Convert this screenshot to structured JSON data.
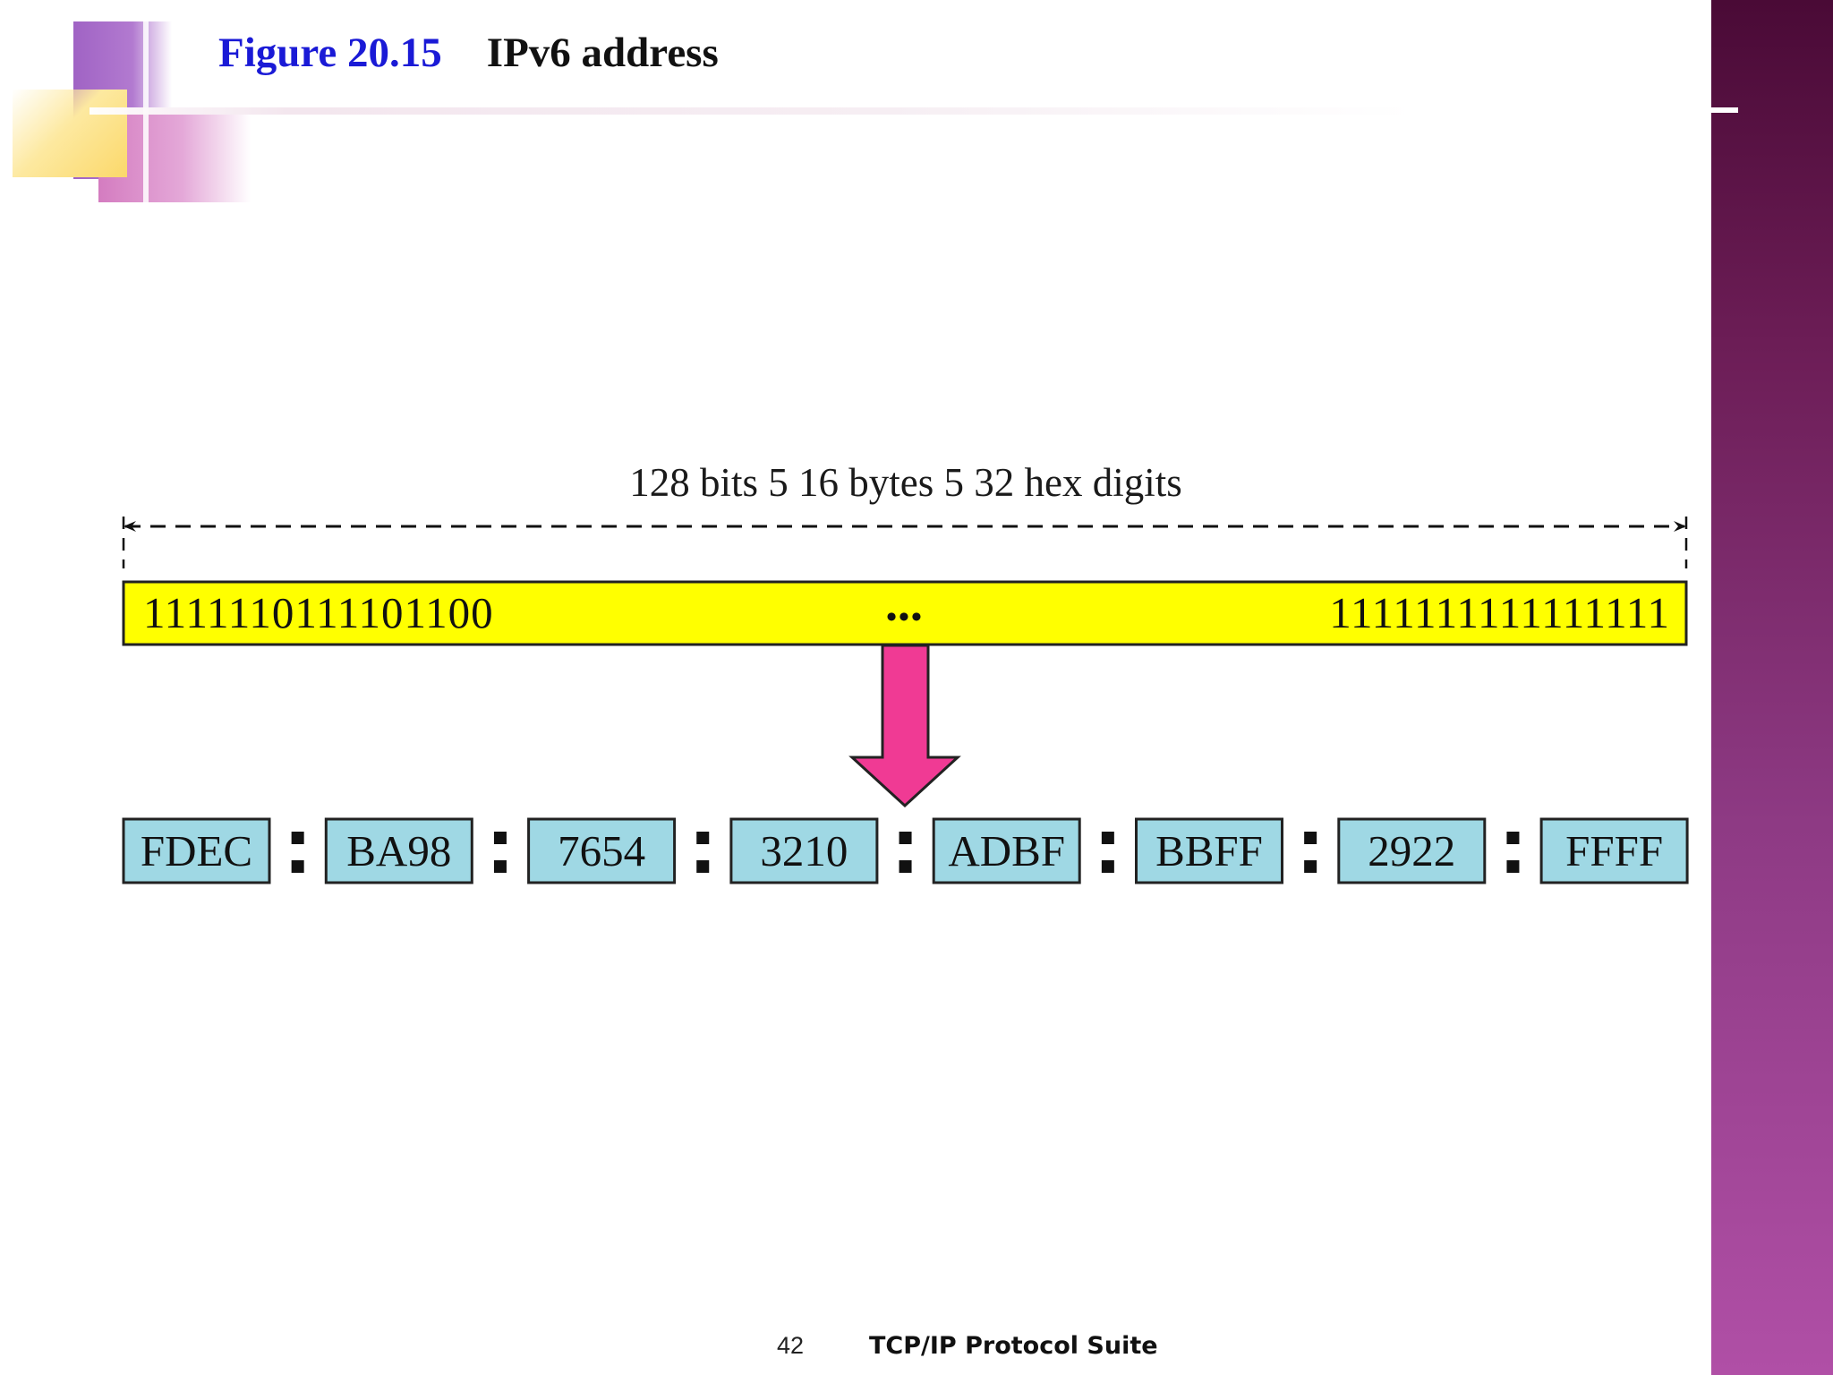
{
  "slide": {
    "figure_number": "Figure 20.15",
    "figure_title": "IPv6 address",
    "page_number": "42",
    "footer_title": "TCP/IP Protocol Suite"
  },
  "diagram": {
    "size_label": "128 bits 5 16 bytes 5 32 hex digits",
    "binary_left": "1111110111101100",
    "binary_ellipsis": "•••",
    "binary_right": "1111111111111111",
    "hex_groups": [
      "FDEC",
      "BA98",
      "7654",
      "3210",
      "ADBF",
      "BBFF",
      "2922",
      "FFFF"
    ],
    "colors": {
      "binary_bar": "#ffff00",
      "hex_box": "#9fd8e4",
      "arrow": "#f03a94",
      "figure_number": "#1a1ad6"
    }
  }
}
